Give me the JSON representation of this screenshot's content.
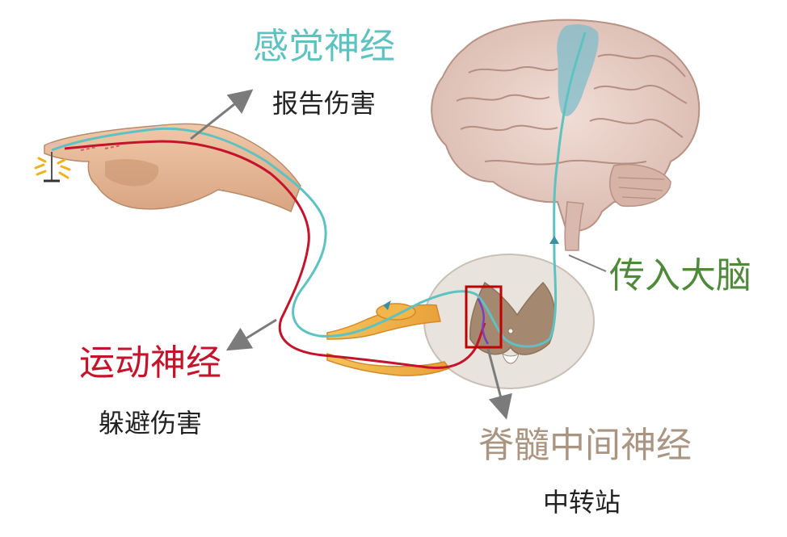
{
  "labels": {
    "sensory_nerve": "感觉神经",
    "report_injury": "报告伤害",
    "motor_nerve": "运动神经",
    "avoid_injury": "躲避伤害",
    "to_brain": "传入大脑",
    "spinal_interneuron": "脊髓中间神经",
    "relay_station": "中转站"
  },
  "colors": {
    "sensory": "#5ec3c0",
    "motor": "#c4142b",
    "to_brain": "#4e8a3a",
    "interneuron": "#a99582",
    "arrow": "#7b7b7b",
    "highlight_box": "#c00000"
  },
  "illustration": {
    "elements": [
      "hand-illustration",
      "tack-icon",
      "brain-illustration",
      "spinal-cord-cross-section",
      "sensory-nerve-path",
      "motor-nerve-path",
      "interneuron-path"
    ]
  }
}
